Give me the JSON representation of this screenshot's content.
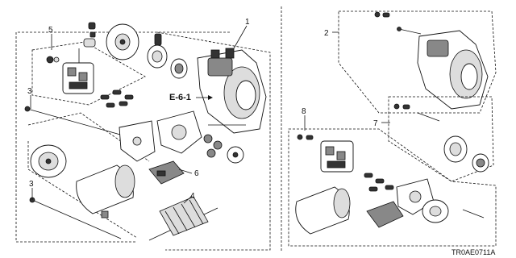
{
  "callouts": {
    "c1": "1",
    "c2": "2",
    "c3a": "3",
    "c3b": "3",
    "c4": "4",
    "c5": "5",
    "c6": "6",
    "c7": "7",
    "c8": "8"
  },
  "reference": "E-6-1",
  "diagram_code": "TR0AE0711A"
}
